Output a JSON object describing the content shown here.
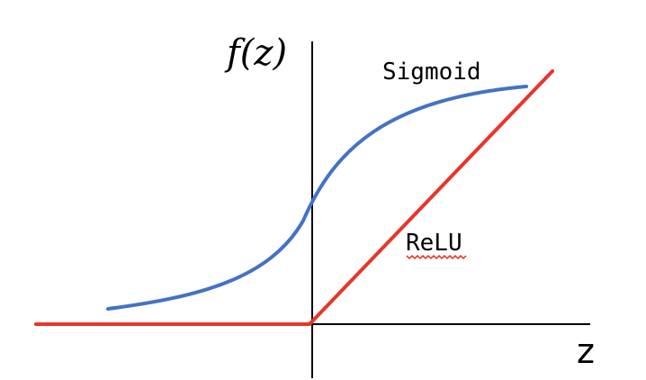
{
  "axes": {
    "y_label": "f(z)",
    "x_label": "z"
  },
  "curves": {
    "sigmoid": {
      "label": "Sigmoid",
      "color": "#4472c4"
    },
    "relu": {
      "label": "ReLU",
      "color": "#e8352a"
    }
  }
}
